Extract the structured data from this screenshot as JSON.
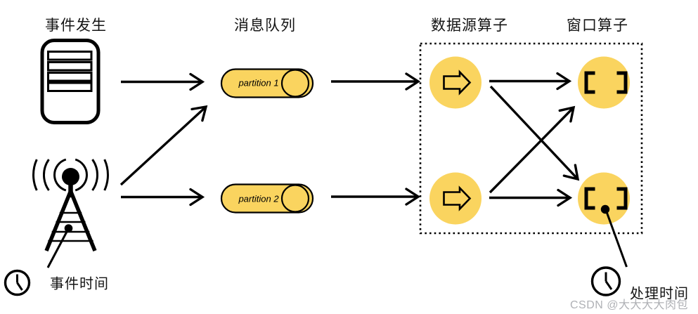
{
  "colors": {
    "node_fill": "#FAD45F",
    "line": "#000000",
    "background": "#FFFFFF",
    "watermark": "#ABADB2"
  },
  "headers": {
    "event_source": "事件发生",
    "message_queue": "消息队列",
    "source_operator": "数据源算子",
    "window_operator": "窗口算子"
  },
  "partitions": [
    {
      "label": "partition 1"
    },
    {
      "label": "partition 2"
    }
  ],
  "annotations": {
    "event_time": "事件时间",
    "processing_time": "处理时间"
  },
  "watermark": "CSDN @大大大大肉包",
  "icons": {
    "event_source_top": "server-icon",
    "event_source_bottom": "radio-tower-icon",
    "event_time": "clock-icon",
    "processing_time": "clock-icon",
    "source_operator_glyph": "arrow-right-icon",
    "window_operator_glyph": "window-brackets-icon"
  }
}
